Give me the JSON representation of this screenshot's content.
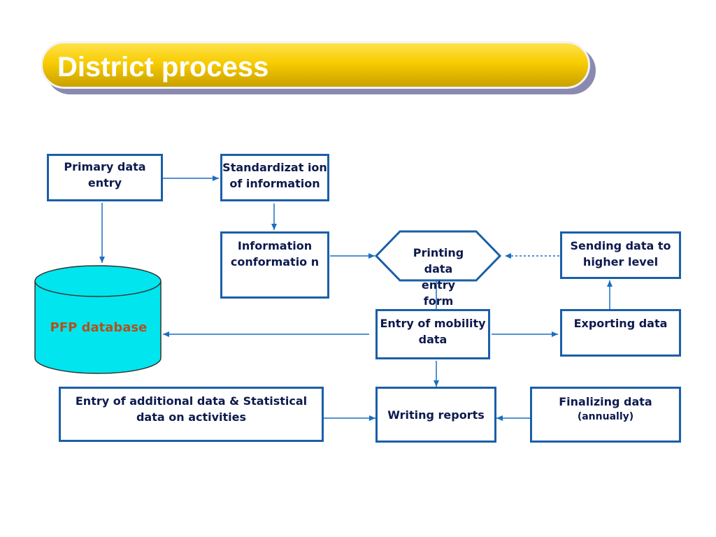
{
  "title": "District process",
  "nodes": {
    "primary_data_entry": "Primary data entry",
    "standardization": "Standardizat ion of information",
    "information_conformation": "Information conformatio n",
    "printing_form": "Printing data entry form",
    "sending_data": "Sending data to higher level",
    "pfp_database": "PFP database",
    "entry_mobility": "Entry of mobility data",
    "exporting_data": "Exporting data",
    "additional_entry": "Entry of additional data & Statistical data on activities",
    "writing_reports": "Writing reports",
    "finalizing_data": "Finalizing data",
    "finalizing_note": "(annually)"
  },
  "colors": {
    "title_gold": "#f7cc00",
    "box_border": "#1a5fa8",
    "box_text": "#0d1a4d",
    "database_fill": "#00e5ee",
    "database_label": "#b5501a",
    "connector": "#1a6fc0"
  }
}
